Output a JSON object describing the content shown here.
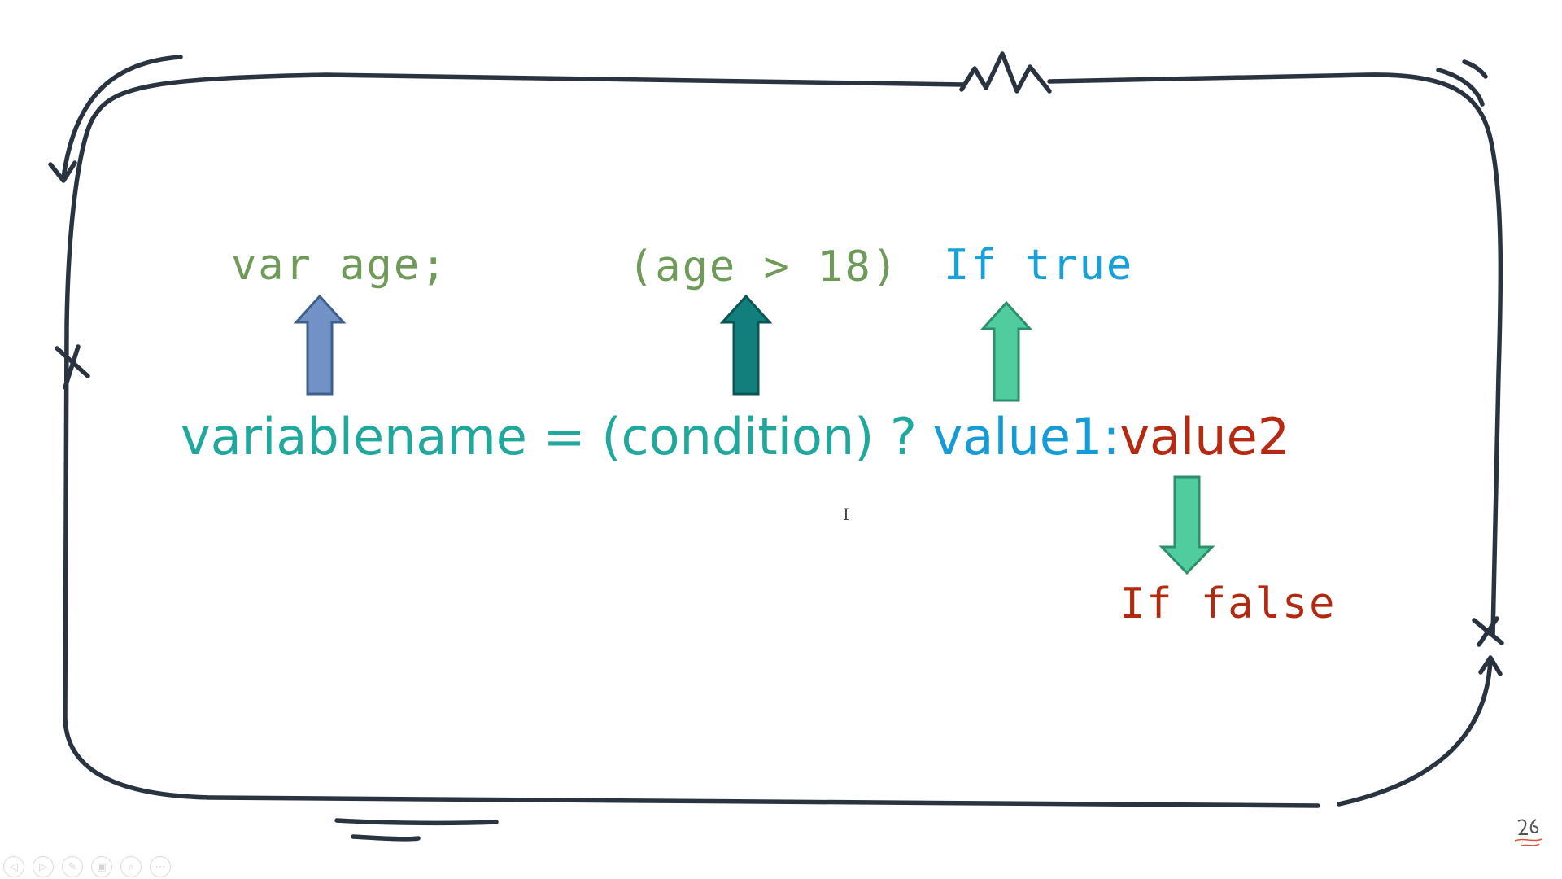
{
  "labels": {
    "declaration": "var age;",
    "condition": "(age > 18)",
    "if_true": "If true",
    "if_false": "If false"
  },
  "formula": {
    "part_variable": "variablename = (condition) ? ",
    "part_value1": "value1:",
    "part_value2": "value2"
  },
  "colors": {
    "declaration_text": "#6f9a5a",
    "condition_text": "#6f9a5a",
    "if_true_text": "#1aa0d8",
    "if_false_text": "#b02a12",
    "formula_main": "#21a89c",
    "formula_value1": "#159bd6",
    "formula_value2": "#b52a12",
    "arrow_declaration": "#7292c6",
    "arrow_condition": "#127f7c",
    "arrow_true": "#4fcd9e",
    "arrow_false": "#4fcd9e",
    "frame_stroke": "#2a3340"
  },
  "icons": {
    "slide_controls": [
      "prev-icon",
      "next-icon",
      "pen-icon",
      "slides-icon",
      "zoom-icon",
      "more-icon"
    ],
    "cursor": "text-cursor-icon",
    "logo": "watermark-logo"
  },
  "controls": {
    "prev": "◁",
    "next": "▷",
    "pen": "✎",
    "slides": "▣",
    "zoom": "⌕",
    "more": "⋯"
  },
  "cursor_glyph": "I"
}
